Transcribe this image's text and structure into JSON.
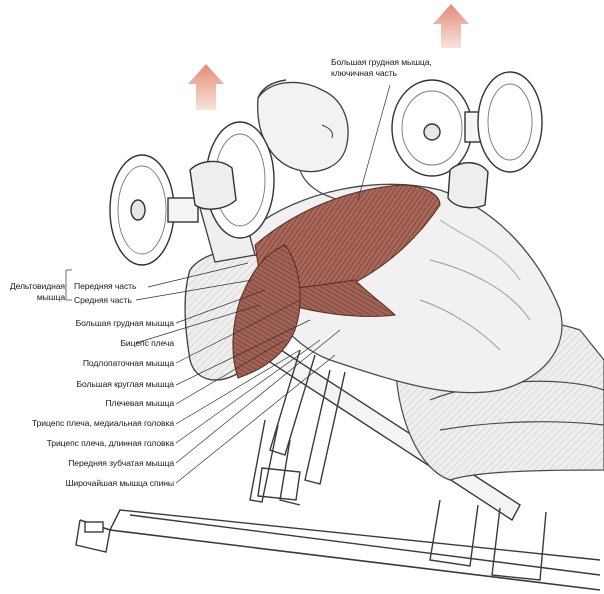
{
  "labels": {
    "pectoralis_major_clavicular_line1": "Большая грудная мышца,",
    "pectoralis_major_clavicular_line2": "ключичная часть",
    "deltoid_line1": "Дельтовидная",
    "deltoid_line2": "мышца",
    "deltoid_front": "Передняя часть",
    "deltoid_middle": "Средняя часть",
    "pectoralis_major": "Большая грудная мышца",
    "biceps": "Бицепс плеча",
    "subscapularis": "Подлопаточная мышца",
    "teres_major": "Большая круглая мышца",
    "brachialis": "Плечевая мышца",
    "triceps_medial": "Трицепс плеча, медиальная головка",
    "triceps_long": "Трицепс плеча, длинная головка",
    "serratus_anterior": "Передняя зубчатая мышца",
    "latissimus_dorsi": "Широчайшая мышца спины"
  },
  "colors": {
    "line": "#3a3a3a",
    "sketch": "#6f6f6f",
    "skin_shade": "#d9d9d9",
    "muscle": "#a8675a",
    "muscle_dark": "#7a4036",
    "arrow_top": "#e8a28e",
    "arrow_bottom": "#f6ddd4"
  },
  "icons": {
    "up_arrow_left": "up-arrow-icon",
    "up_arrow_right": "up-arrow-icon"
  }
}
